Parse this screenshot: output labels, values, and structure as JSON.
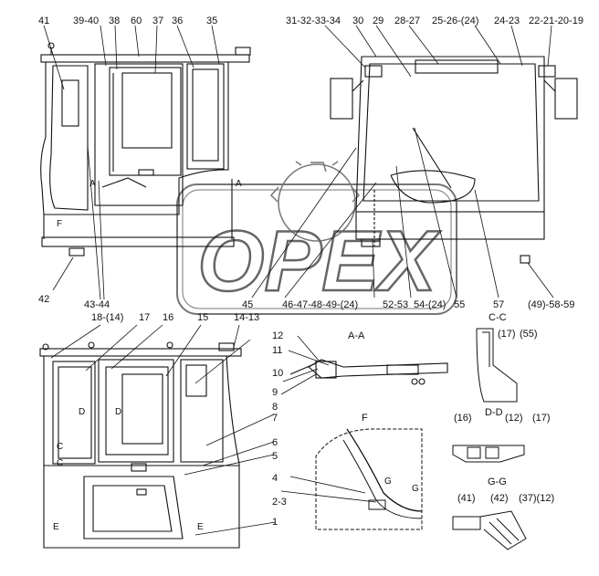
{
  "watermark": {
    "text": "OPEX"
  },
  "view1": {
    "labels": {
      "l41": "41",
      "l39_40": "39-40",
      "l38": "38",
      "l60": "60",
      "l37": "37",
      "l36": "36",
      "l35": "35",
      "l42": "42",
      "l43_44": "43-44",
      "A1": "A",
      "A2": "A",
      "F": "F"
    }
  },
  "view2": {
    "labels": {
      "l31_34": "31-32-33-34",
      "l30": "30",
      "l29": "29",
      "l28_27": "28-27",
      "l25_24": "25-26-(24)",
      "l24_23": "24-23",
      "l22_19": "22-21-20-19",
      "l45": "45",
      "l46_24": "46-47-48-49-(24)",
      "l52_53": "52-53",
      "l54_24": "54-(24)",
      "l55": "55",
      "l57": "57",
      "l49_59": "(49)-58-59"
    }
  },
  "view3": {
    "labels": {
      "l18_14": "18-(14)",
      "l17": "17",
      "l16": "16",
      "l15": "15",
      "l14_13": "14-13",
      "l12": "12",
      "l11": "11",
      "l10": "10",
      "l9": "9",
      "l8": "8",
      "l7": "7",
      "l6": "6",
      "l5": "5",
      "l4": "4",
      "l2_3": "2-3",
      "l1": "1",
      "D1": "D",
      "D2": "D",
      "C1": "C",
      "C2": "C",
      "E1": "E",
      "E2": "E"
    }
  },
  "sections": {
    "aa": "A-A",
    "cc": "C-C",
    "cc17": "(17)",
    "cc55": "(55)",
    "dd": "D-D",
    "dd16": "(16)",
    "dd12": "(12)",
    "dd17": "(17)",
    "ff": "F",
    "gg": "G-G",
    "gg41": "(41)",
    "gg42": "(42)",
    "gg37_12": "(37)(12)",
    "g1": "G",
    "g2": "G"
  }
}
